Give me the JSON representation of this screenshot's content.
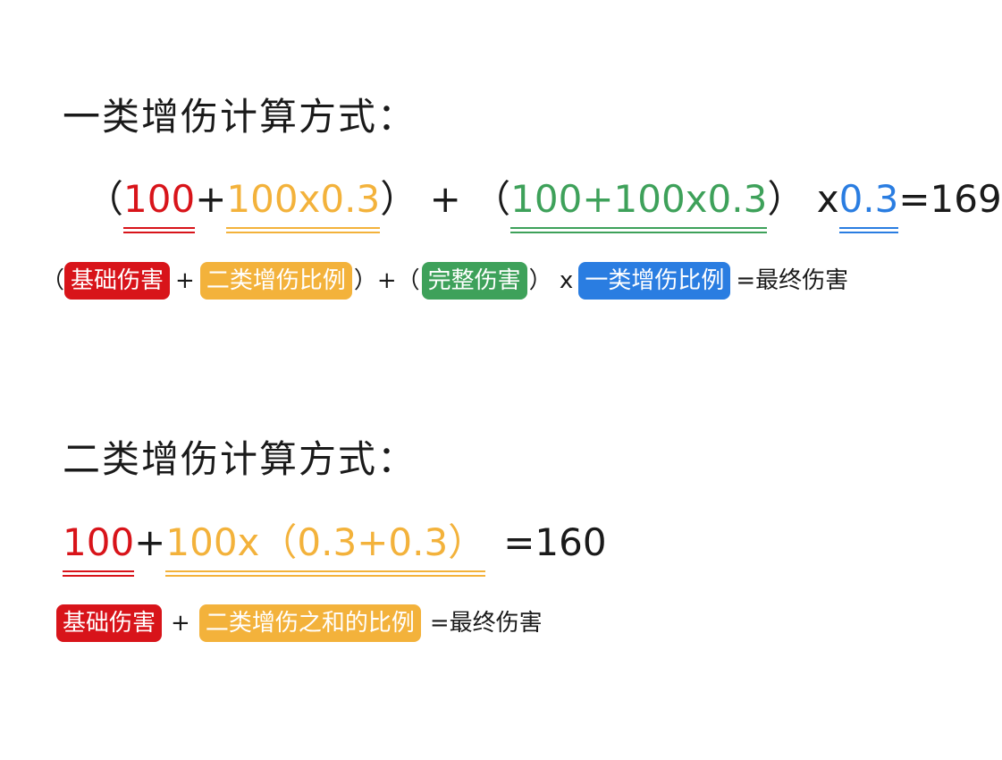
{
  "section1": {
    "heading": "一类增伤计算方式：",
    "formula": {
      "paren_open_1": "（",
      "base": "100",
      "plus_1": "+",
      "secondary_term": "100x0.3",
      "paren_close_1": "）",
      "plus_2": " + ",
      "paren_open_2": "（",
      "full_term": "100+100x0.3",
      "paren_close_2": "）",
      "times": " x",
      "ratio": "0.3",
      "result": "=169"
    },
    "legend": {
      "paren_open_1": "（",
      "base_damage": "基础伤害",
      "plus_1": "+",
      "secondary_ratio": "二类增伤比例",
      "paren_close_plus": "）+（",
      "full_damage": "完整伤害",
      "paren_close_times": "） x",
      "primary_ratio": "一类增伤比例",
      "result": "=最终伤害"
    }
  },
  "section2": {
    "heading": "二类增伤计算方式：",
    "formula": {
      "base": "100",
      "plus": "+",
      "secondary_term": "100x（0.3+0.3）",
      "result": "=160"
    },
    "legend": {
      "base_damage": "基础伤害",
      "plus": "+",
      "secondary_sum_ratio": "二类增伤之和的比例",
      "result": "=最终伤害"
    }
  },
  "colors": {
    "red": "#d8141a",
    "yellow": "#f3b23b",
    "green": "#3ea15a",
    "blue": "#2a7de1",
    "text": "#1a1a1a"
  }
}
